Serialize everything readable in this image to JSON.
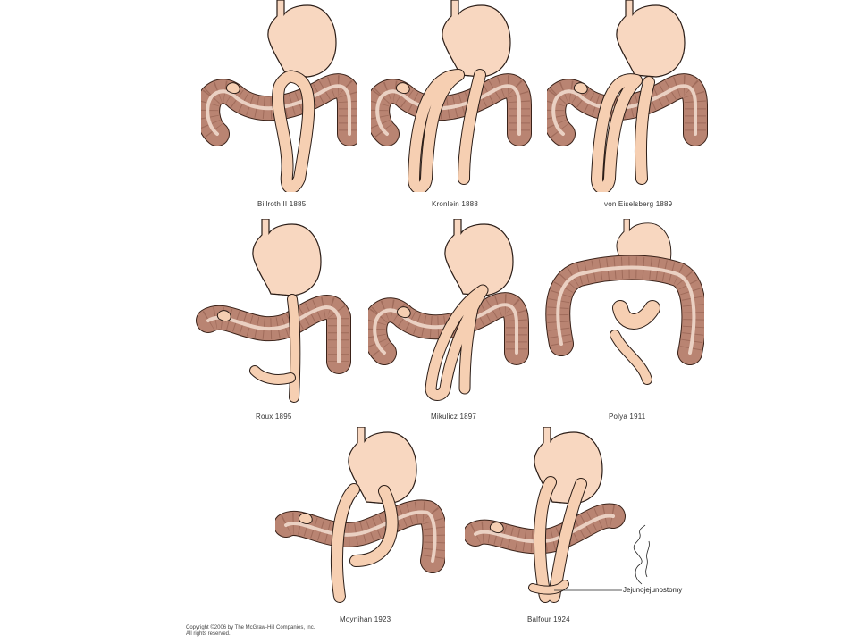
{
  "panels": [
    {
      "caption": "Billroth II 1885"
    },
    {
      "caption": "Kronlein 1888"
    },
    {
      "caption": "von Eiselsberg 1889"
    },
    {
      "caption": "Roux 1895"
    },
    {
      "caption": "Mikulicz 1897"
    },
    {
      "caption": "Polya 1911"
    },
    {
      "caption": "Moynihan 1923"
    },
    {
      "caption": "Balfour 1924"
    }
  ],
  "annotation": "Jejunojejunostomy",
  "copyright": [
    "Copyright ©2006 by The McGraw-Hill Companies, Inc.",
    "All rights reserved."
  ],
  "colors": {
    "stomach": "#f8d7c0",
    "colon": "#b98472",
    "colon_dark": "#8f5c4c",
    "colon_stripe": "#ead0c2",
    "bowel": "#f6cfb2",
    "outline": "#2b1d17"
  }
}
